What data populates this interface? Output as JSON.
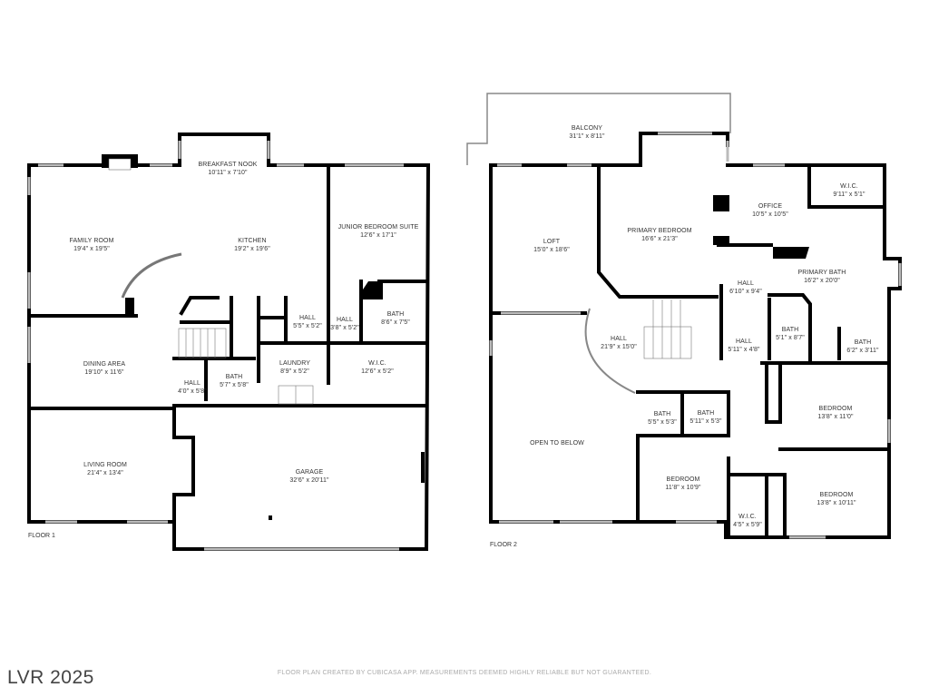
{
  "floor1": {
    "label": "FLOOR 1",
    "rooms": [
      {
        "name": "FAMILY ROOM",
        "dim": "19'4\" x 19'5\""
      },
      {
        "name": "BREAKFAST NOOK",
        "dim": "10'11\" x 7'10\""
      },
      {
        "name": "KITCHEN",
        "dim": "19'2\" x 19'6\""
      },
      {
        "name": "JUNIOR BEDROOM SUITE",
        "dim": "12'6\" x 17'1\""
      },
      {
        "name": "HALL",
        "dim": "5'5\" x 5'2\""
      },
      {
        "name": "HALL",
        "dim": "3'8\" x 5'2\""
      },
      {
        "name": "BATH",
        "dim": "8'6\" x 7'5\""
      },
      {
        "name": "DINING AREA",
        "dim": "19'10\" x 11'6\""
      },
      {
        "name": "LAUNDRY",
        "dim": "8'9\" x 5'2\""
      },
      {
        "name": "W.I.C.",
        "dim": "12'6\" x 5'2\""
      },
      {
        "name": "HALL",
        "dim": "4'0\" x 5'8\""
      },
      {
        "name": "BATH",
        "dim": "5'7\" x 5'8\""
      },
      {
        "name": "LIVING ROOM",
        "dim": "21'4\" x 13'4\""
      },
      {
        "name": "GARAGE",
        "dim": "32'6\" x 20'11\""
      }
    ]
  },
  "floor2": {
    "label": "FLOOR 2",
    "rooms": [
      {
        "name": "BALCONY",
        "dim": "31'1\" x 8'11\""
      },
      {
        "name": "LOFT",
        "dim": "15'0\" x 18'6\""
      },
      {
        "name": "PRIMARY BEDROOM",
        "dim": "16'6\" x 21'3\""
      },
      {
        "name": "OFFICE",
        "dim": "10'5\" x 10'5\""
      },
      {
        "name": "W.I.C.",
        "dim": "9'11\" x 5'1\""
      },
      {
        "name": "HALL",
        "dim": "6'10\" x 9'4\""
      },
      {
        "name": "PRIMARY BATH",
        "dim": "16'2\" x 20'0\""
      },
      {
        "name": "HALL",
        "dim": "21'9\" x 15'0\""
      },
      {
        "name": "HALL",
        "dim": "5'11\" x 4'8\""
      },
      {
        "name": "BATH",
        "dim": "5'1\" x 8'7\""
      },
      {
        "name": "BATH",
        "dim": "6'2\" x 3'11\""
      },
      {
        "name": "BEDROOM",
        "dim": "13'8\" x 11'0\""
      },
      {
        "name": "OPEN TO BELOW",
        "dim": ""
      },
      {
        "name": "BATH",
        "dim": "5'5\" x 5'3\""
      },
      {
        "name": "BATH",
        "dim": "5'11\" x 5'3\""
      },
      {
        "name": "BEDROOM",
        "dim": "11'8\" x 10'9\""
      },
      {
        "name": "BEDROOM",
        "dim": "13'8\" x 10'11\""
      },
      {
        "name": "W.I.C.",
        "dim": "4'5\" x 5'9\""
      }
    ]
  },
  "watermark": "LVR 2025",
  "disclaimer": "FLOOR PLAN CREATED BY CUBICASA APP. MEASUREMENTS DEEMED HIGHLY RELIABLE BUT NOT GUARANTEED.",
  "colors": {
    "wall": "#000000",
    "window": "#cccccc",
    "text": "#333333"
  }
}
